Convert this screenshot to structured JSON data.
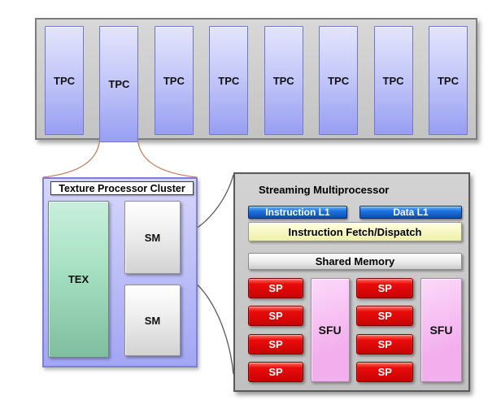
{
  "top_cluster": {
    "tpcs": [
      "TPC",
      "TPC",
      "TPC",
      "TPC",
      "TPC",
      "TPC",
      "TPC",
      "TPC"
    ]
  },
  "tpc_cluster": {
    "title": "Texture Processor Cluster",
    "tex_label": "TEX",
    "sm_units": [
      "SM",
      "SM"
    ]
  },
  "streaming_multiprocessor": {
    "title": "Streaming Multiprocessor",
    "instruction_l1_label": "Instruction L1",
    "data_l1_label": "Data L1",
    "fetch_dispatch_label": "Instruction Fetch/Dispatch",
    "shared_memory_label": "Shared Memory",
    "groups": [
      {
        "sps": [
          "SP",
          "SP",
          "SP",
          "SP"
        ],
        "sfu": "SFU"
      },
      {
        "sps": [
          "SP",
          "SP",
          "SP",
          "SP"
        ],
        "sfu": "SFU"
      }
    ]
  },
  "colors": {
    "array_fill_top": "#d8d8d8",
    "array_fill_bottom": "#c3c3c3",
    "array_border": "#7d7d7d",
    "tpc_top": "#e3e5fc",
    "tpc_mid": "#c5c9f8",
    "tpc_bottom": "#989ef2",
    "tpc_border": "#7077cd",
    "cluster_top": "#d6d6fa",
    "cluster_bottom": "#a2a6f4",
    "cluster_border": "#7d7fd8",
    "title_box_border": "#3a3a3a",
    "tex_top": "#c9efdc",
    "tex_bottom": "#7fbe9e",
    "tex_border": "#708878",
    "unit_white_top": "#ffffff",
    "unit_white_bottom": "#d2d2d2",
    "unit_border": "#919191",
    "smc_fill_top": "#d3d3d3",
    "smc_fill_bottom": "#c0c0c0",
    "smc_border": "#595959",
    "l1_top": "#6fb7fb",
    "l1_mid": "#1d74e0",
    "l1_bottom": "#0b4fae",
    "l1_border": "#142a70",
    "fetch_top": "#ffffdd",
    "fetch_bottom": "#efefab",
    "fetch_border": "#9c9c74",
    "shared_top": "#ffffff",
    "shared_bottom": "#cccccc",
    "shared_border": "#8a8a8a",
    "sp_top": "#ff6a5c",
    "sp_mid": "#ea0b0b",
    "sp_bottom": "#c60404",
    "sp_border": "#7e0000",
    "sfu_top": "#fbd9f9",
    "sfu_bottom": "#f3aeee",
    "sfu_border": "#a08da0",
    "connector_orange": "#c87e5a",
    "connector_gray": "#5a5a5a"
  }
}
